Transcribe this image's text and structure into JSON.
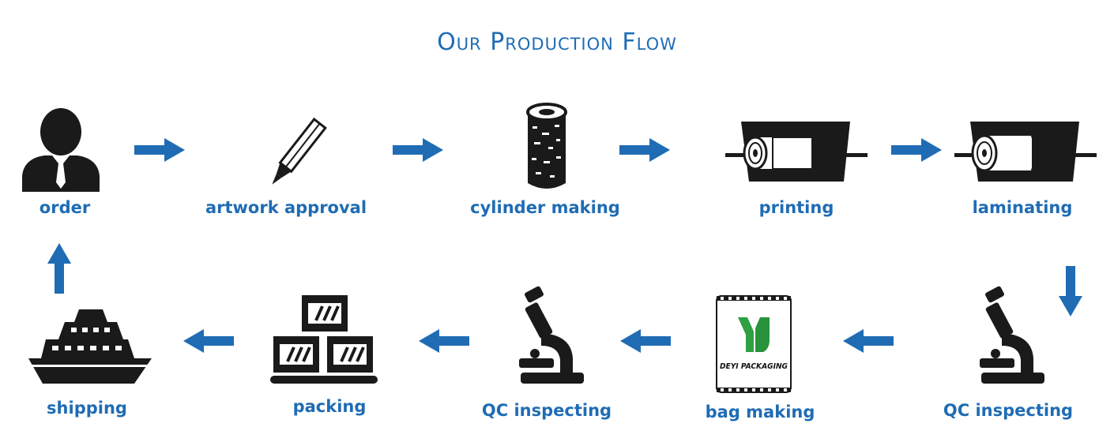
{
  "title": "Our Production Flow",
  "colors": {
    "accent": "#1f6cb4",
    "icon": "#1a1a1a",
    "logo_green": "#2ea043"
  },
  "steps": [
    {
      "label": "order",
      "icon": "person-icon"
    },
    {
      "label": "artwork approval",
      "icon": "pen-icon"
    },
    {
      "label": "cylinder making",
      "icon": "cylinder-icon"
    },
    {
      "label": "printing",
      "icon": "printing-roll-icon"
    },
    {
      "label": "laminating",
      "icon": "laminating-roll-icon"
    },
    {
      "label": "QC inspecting",
      "icon": "microscope-icon"
    },
    {
      "label": "bag making",
      "icon": "bag-icon"
    },
    {
      "label": "QC inspecting",
      "icon": "microscope-icon"
    },
    {
      "label": "packing",
      "icon": "boxes-icon"
    },
    {
      "label": "shipping",
      "icon": "ship-icon"
    }
  ],
  "bag": {
    "brand_text": "DEYI PACKAGING"
  }
}
